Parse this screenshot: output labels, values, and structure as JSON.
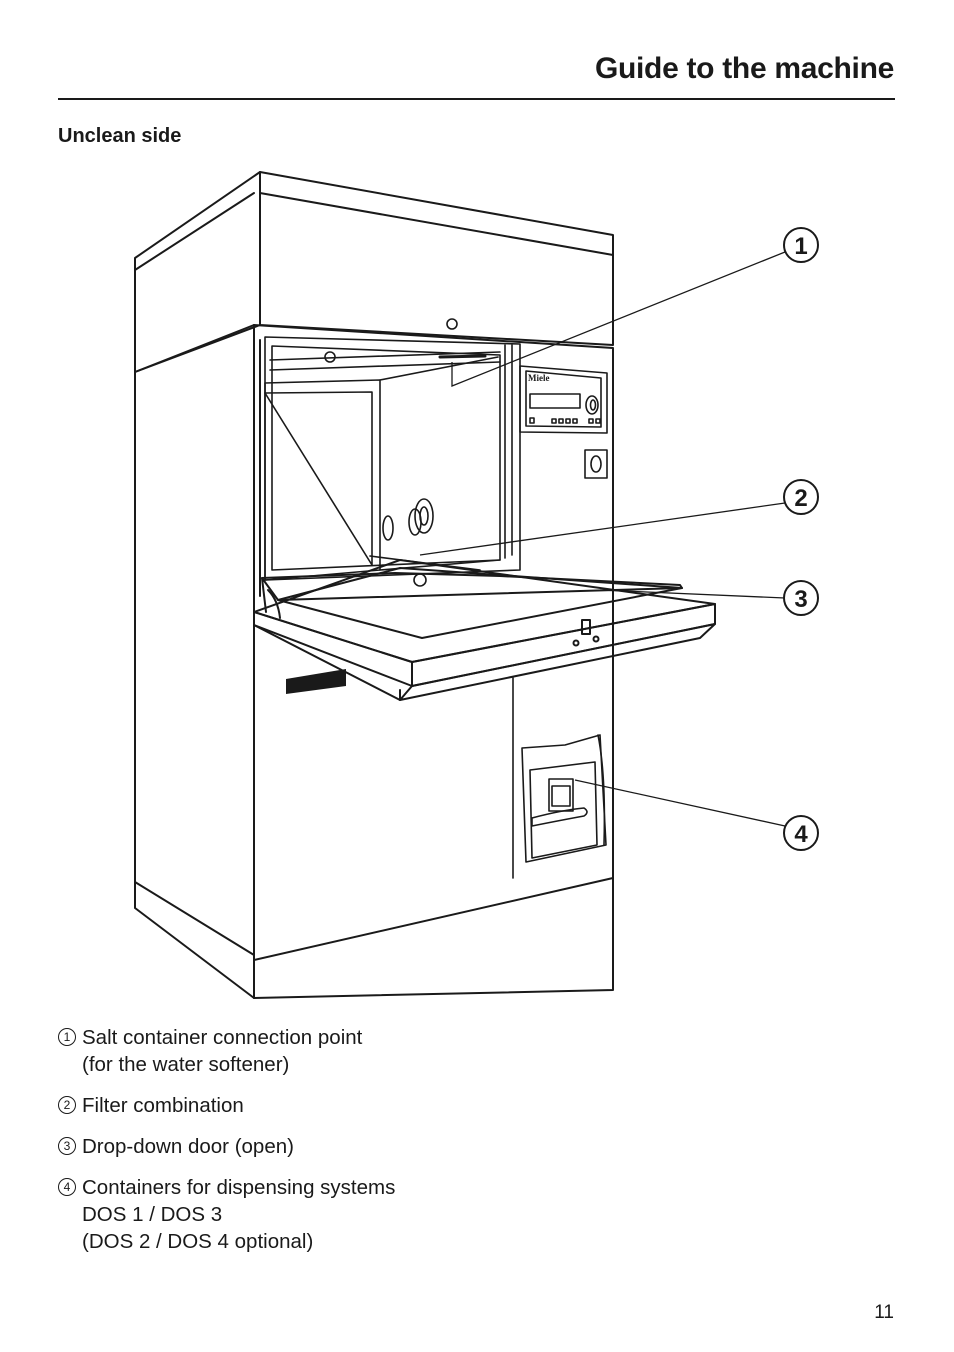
{
  "header": {
    "title": "Guide to the machine"
  },
  "section": {
    "title": "Unclean side"
  },
  "figure": {
    "brand_label": "Miele",
    "callouts": [
      "1",
      "2",
      "3",
      "4"
    ]
  },
  "legend": [
    {
      "number": "1",
      "lines": [
        "Salt container connection point",
        "(for the water softener)"
      ]
    },
    {
      "number": "2",
      "lines": [
        "Filter combination"
      ]
    },
    {
      "number": "3",
      "lines": [
        "Drop-down door (open)"
      ]
    },
    {
      "number": "4",
      "lines": [
        "Containers for dispensing systems",
        "DOS 1 / DOS 3",
        "(DOS 2 / DOS 4 optional)"
      ]
    }
  ],
  "footer": {
    "page_number": "11"
  }
}
